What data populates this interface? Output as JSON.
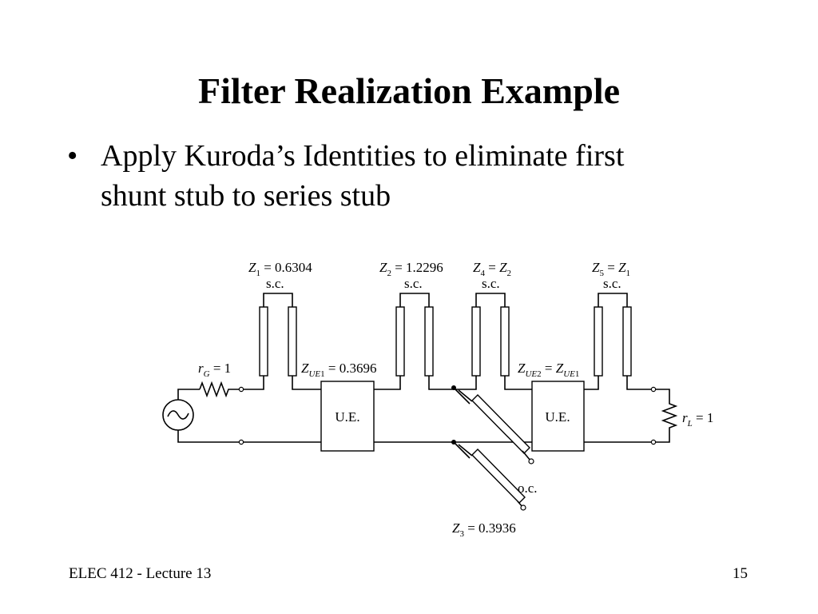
{
  "slide": {
    "title": "Filter Realization Example",
    "bullet_mark": "•",
    "bullet_lines": [
      "Apply Kuroda’s Identities to eliminate first",
      "shunt stub to series stub"
    ]
  },
  "circuit": {
    "rg": {
      "var": "r",
      "sub": "G",
      "rest": " = 1"
    },
    "rl": {
      "var": "r",
      "sub": "L",
      "rest": " = 1"
    },
    "z1": {
      "var": "Z",
      "sub": "1",
      "rest": " = 0.6304"
    },
    "z2": {
      "var": "Z",
      "sub": "2",
      "rest": " = 1.2296"
    },
    "z3": {
      "var": "Z",
      "sub": "3",
      "rest": " = 0.3936"
    },
    "z4": {
      "var1": "Z",
      "sub1": "4",
      "mid": " = ",
      "var2": "Z",
      "sub2": "2"
    },
    "z5": {
      "var1": "Z",
      "sub1": "5",
      "mid": " = ",
      "var2": "Z",
      "sub2": "1"
    },
    "zue1": {
      "var": "Z",
      "sub": "UE",
      "num": "1",
      "rest": " = 0.3696"
    },
    "zue2": {
      "var1": "Z",
      "sub1": "UE",
      "num1": "2",
      "mid": " = ",
      "var2": "Z",
      "sub2": "UE",
      "num2": "1"
    },
    "sc": "s.c.",
    "oc": "o.c.",
    "ue": "U.E."
  },
  "footer": {
    "course": "ELEC 412 - Lecture 13",
    "page": "15"
  }
}
